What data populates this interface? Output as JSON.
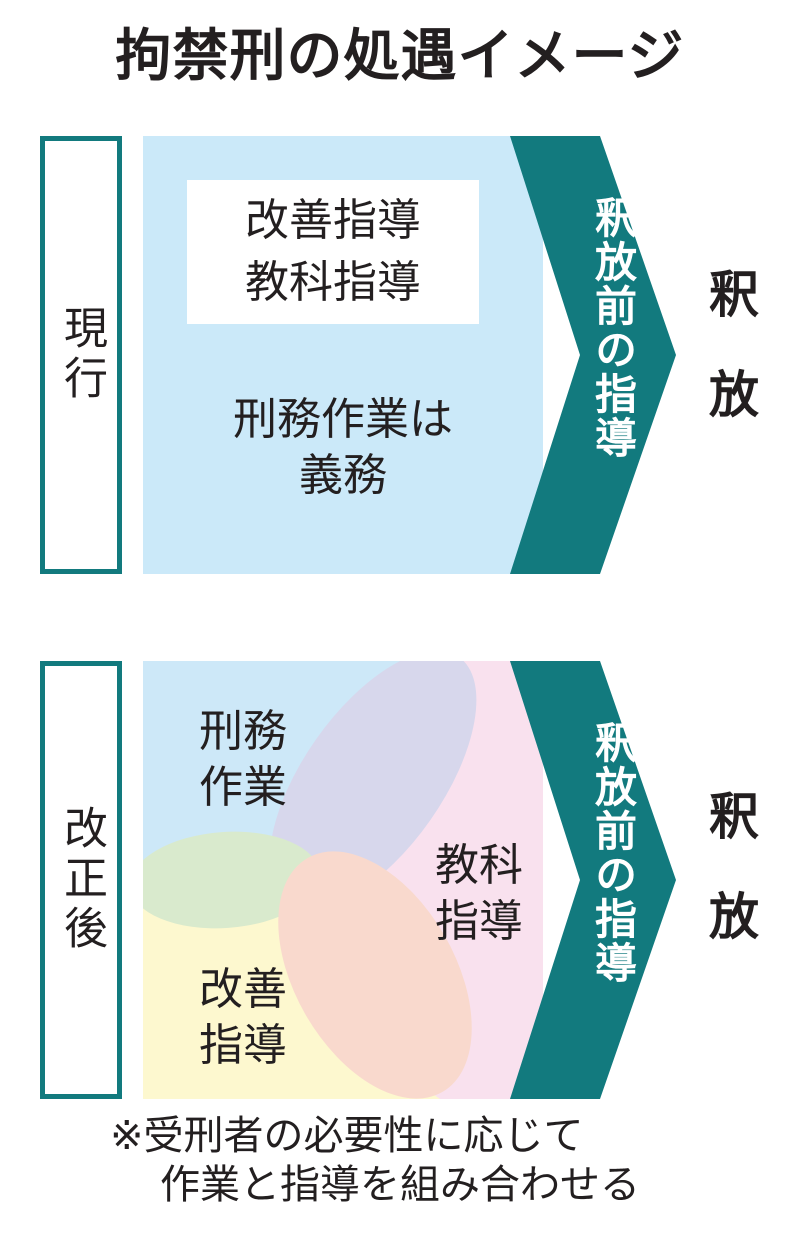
{
  "title": "拘禁刑の処遇イメージ",
  "current": {
    "label": "現行",
    "box_line1": "改善指導",
    "box_line2": "教科指導",
    "work_line1": "刑務作業は",
    "work_line2": "義務",
    "arrow_text": "釈放前の指導",
    "release": "釈放"
  },
  "revised": {
    "label": "改正後",
    "work_line1": "刑務",
    "work_line2": "作業",
    "edu_line1": "教科",
    "edu_line2": "指導",
    "improve_line1": "改善",
    "improve_line2": "指導",
    "arrow_text": "釈放前の指導",
    "release": "釈放"
  },
  "note_line1": "※受刑者の必要性に応じて",
  "note_line2": "作業と指導を組み合わせる",
  "colors": {
    "teal": "#127a7e",
    "light_blue": "#cbe9f9",
    "pink": "#f9e1ee",
    "yellow": "#fdf8cf",
    "green": "#d9eacd",
    "lavender": "#d7d7ec",
    "peach": "#f9d9cd"
  }
}
